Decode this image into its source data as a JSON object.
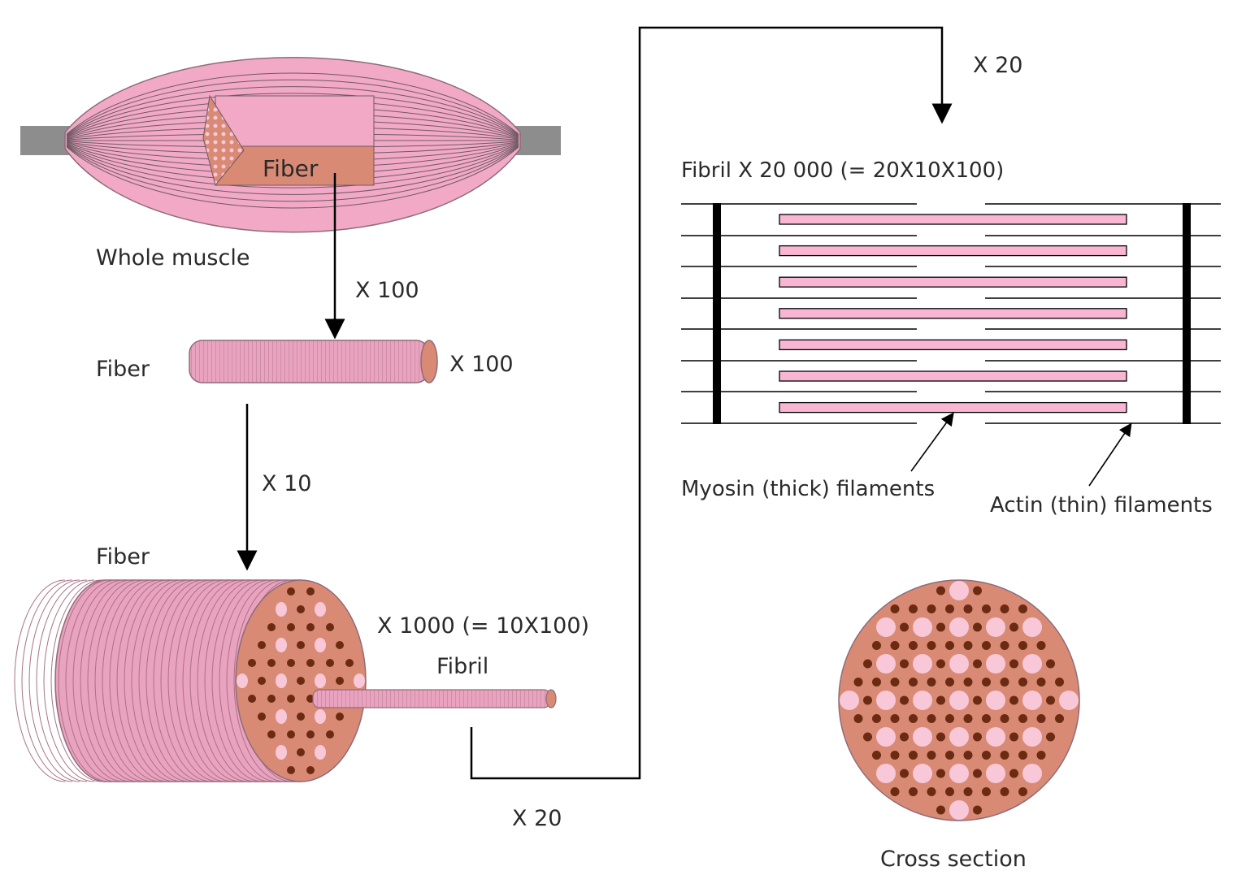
{
  "labels": {
    "whole_muscle": "Whole muscle",
    "fiber_inset": "Fiber",
    "fiber_single": "Fiber",
    "fiber_bundle": "Fiber",
    "fibril_small": "Fibril",
    "fibril_magnification": "Fibril  X 20 000 (= 20X10X100)",
    "myosin": "Myosin (thick) filaments",
    "actin": "Actin (thin) filaments",
    "cross_section": "Cross section"
  },
  "scales": {
    "x100_arrow": "X 100",
    "x100_fiber": "X 100",
    "x10": "X 10",
    "x1000": "X 1000 (= 10X100)",
    "x20_top": "X 20",
    "x20_bottom": "X 20"
  },
  "colors": {
    "muscle_pink": "#f2a9c6",
    "fiber_salmon": "#d98a75",
    "filament_pink": "#f8b6d2",
    "dark_dot": "#6b2a12",
    "line": "#000000",
    "tendon_gray": "#8d8d8d"
  }
}
